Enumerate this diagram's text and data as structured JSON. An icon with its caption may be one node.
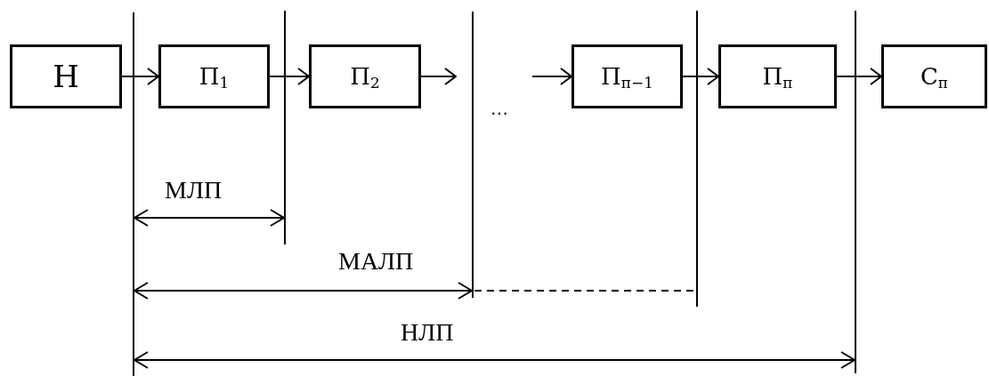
{
  "diagram": {
    "nodes": [
      {
        "text": [
          "Н"
        ]
      },
      {
        "text": [
          "П$_{1}$"
        ]
      },
      {
        "text": [
          "П$_{2}$"
        ]
      },
      {
        "text": [
          "П$_{п−1}$"
        ]
      },
      {
        "text": [
          "П$_{п}$"
        ]
      },
      {
        "text": [
          "С$_{п}$"
        ]
      }
    ],
    "edges": [
      {
        "from": 0,
        "to": 1,
        "arrow": "to"
      },
      {
        "from": 1,
        "to": 2,
        "arrow": "to"
      },
      {
        "from": 2,
        "to": null,
        "arrow": "to"
      },
      {
        "from": null,
        "to": 3,
        "arrow": "to"
      },
      {
        "from": 3,
        "to": 4,
        "arrow": "to"
      },
      {
        "from": 4,
        "to": 5,
        "arrow": "to"
      }
    ],
    "labels": [
      "…",
      "МЛП",
      "МАЛП",
      "НЛП"
    ]
  }
}
